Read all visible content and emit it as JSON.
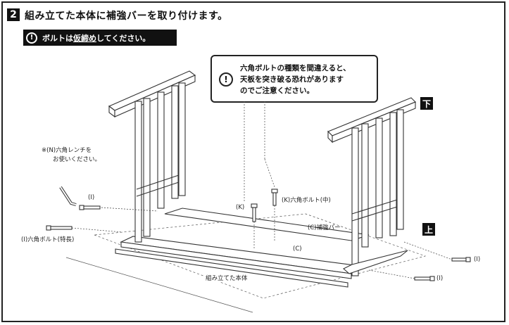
{
  "step": {
    "number": "2",
    "title": "組み立てた本体に補強バーを取り付けます。"
  },
  "notice": {
    "prefix": "ボルトは",
    "underlined": "仮締め",
    "suffix": "してください。",
    "icon": "exclamation-icon"
  },
  "callout": {
    "lines": [
      "六角ボルトの種類を間違えると、",
      "天板を突き破る恐れがあります",
      "のでご注意ください。"
    ],
    "icon": "exclamation-icon"
  },
  "tags": {
    "bottom": "下",
    "top": "上"
  },
  "labels": {
    "wrench_note_1": "※(N)六角レンチを",
    "wrench_note_2": "お使いください。",
    "bolt_i_left": "(I)",
    "bolt_i_long": "(I)六角ボルト(特長)",
    "bolt_k_left": "(K)",
    "bolt_k_mid": "(K)六角ボルト(中)",
    "bar_c": "(C)補強バー",
    "part_c": "(C)",
    "bolt_i_right1": "(I)",
    "bolt_i_right2": "(I)",
    "assembled": "組み立てた本体"
  }
}
